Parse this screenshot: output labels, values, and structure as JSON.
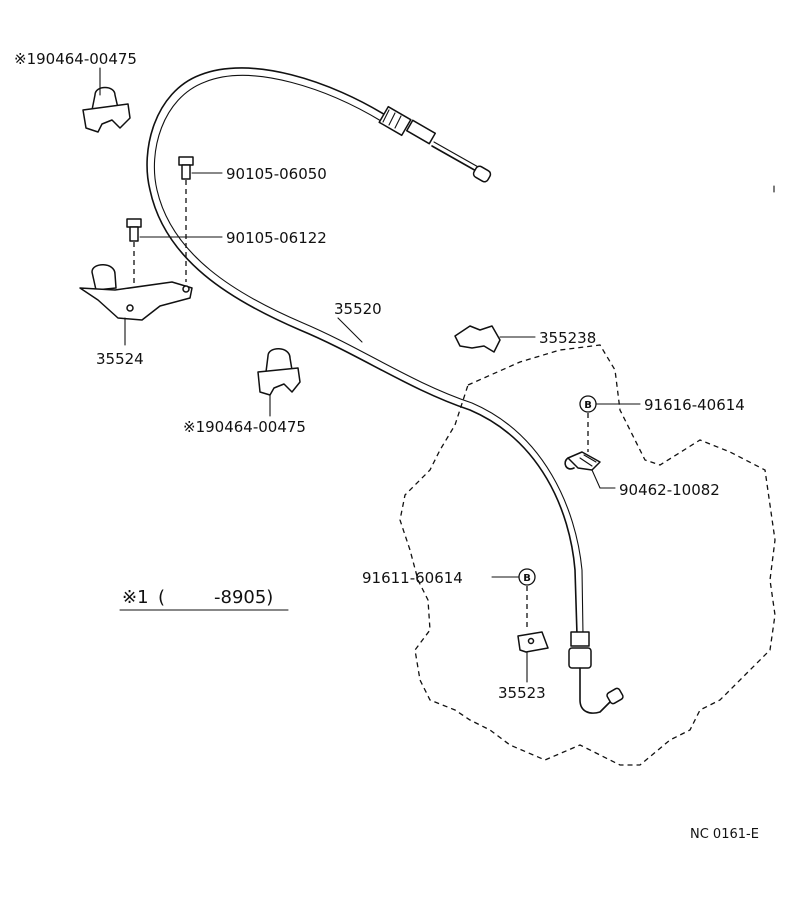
{
  "diagram": {
    "labels": {
      "clip_top": "※190464-00475",
      "bolt_top": "90105-06050",
      "bolt_mid": "90105-06122",
      "cable": "35520",
      "clip_right": "355238",
      "bracket_left": "35524",
      "clip_mid": "※190464-00475",
      "bolt_right": "91616-40614",
      "clamp_right": "90462-10082",
      "bolt_lower": "91611-60614",
      "bracket_lower": "35523"
    },
    "note": {
      "marker": "※1",
      "open_paren": "(",
      "range": "-8905)"
    },
    "bolt_symbol": "B",
    "drawing_code": "NC 0161-E"
  }
}
